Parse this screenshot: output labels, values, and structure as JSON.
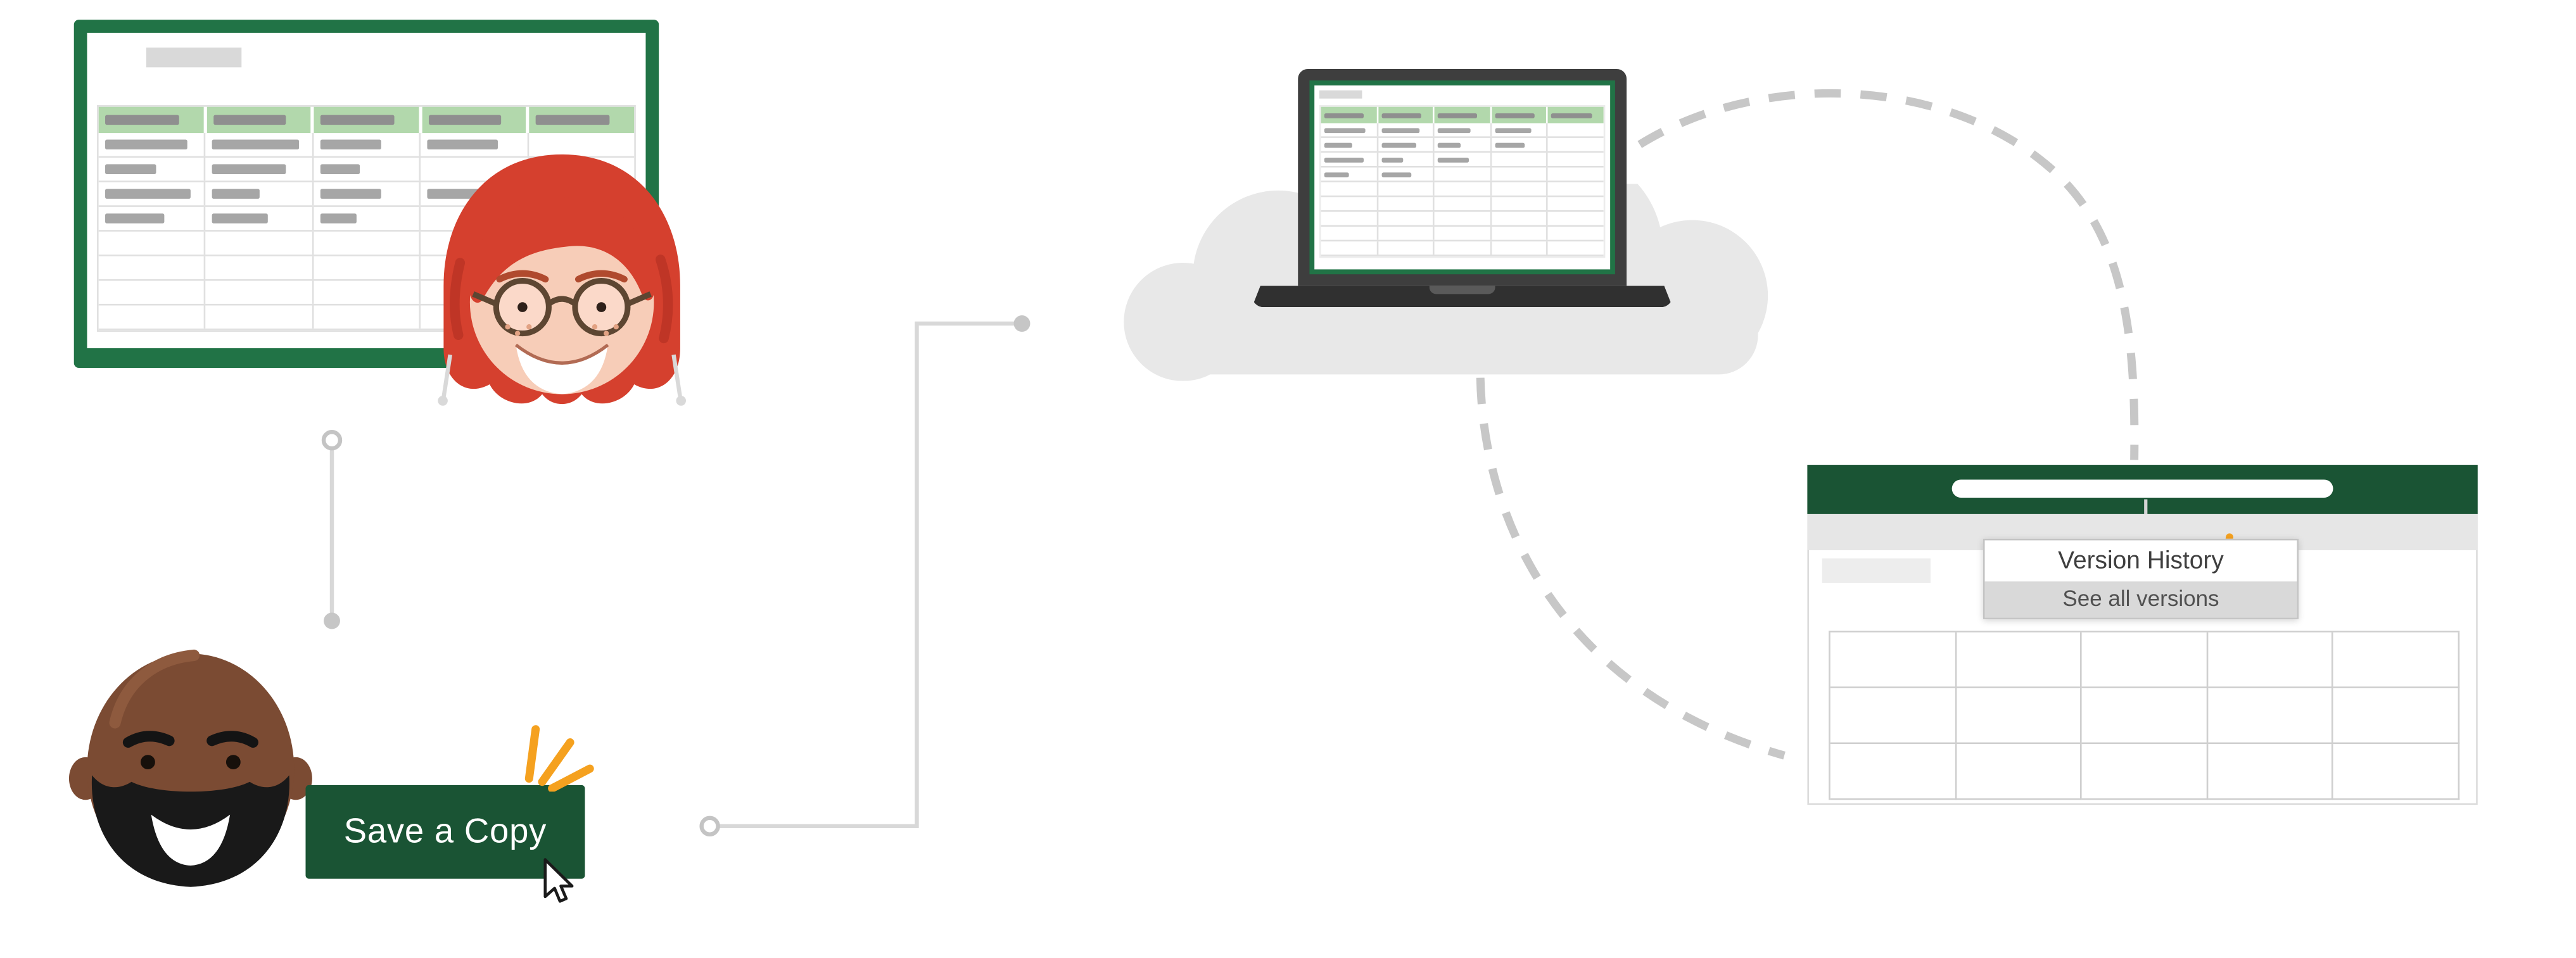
{
  "save_copy_button": {
    "label": "Save a Copy"
  },
  "version_menu": {
    "title": "Version History",
    "item": "See all versions"
  },
  "colors": {
    "excel_green": "#217346",
    "dark_green": "#1a5434",
    "header_green_light": "#b2d8ac",
    "accent_orange": "#f5a11f",
    "cloud_gray": "#e8e8e8",
    "dash_gray": "#c7c7c7",
    "connector_gray": "#d8d8d8"
  },
  "decor": {
    "left_sheet": {
      "cols": 5,
      "head_bar": 70,
      "rows": [
        [
          78,
          82,
          58,
          66,
          0
        ],
        [
          48,
          70,
          38,
          0,
          0
        ],
        [
          80,
          44,
          58,
          72,
          0
        ],
        [
          56,
          52,
          34,
          0,
          0
        ]
      ],
      "empty_rows": 4
    },
    "laptop_sheet": {
      "cols": 5,
      "head_bar": 72,
      "rows": [
        [
          75,
          70,
          60,
          65,
          0
        ],
        [
          50,
          65,
          40,
          55,
          0
        ],
        [
          70,
          40,
          55,
          0,
          0
        ],
        [
          45,
          55,
          0,
          0,
          0
        ]
      ],
      "empty_rows": 5
    },
    "right_grid": {
      "cols": 5,
      "rows": 3,
      "cells": 15
    }
  }
}
